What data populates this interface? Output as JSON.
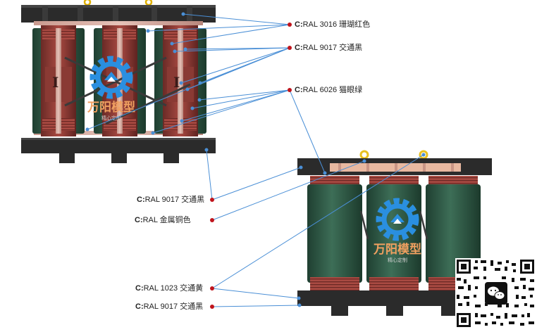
{
  "watermark": {
    "brand": "万阳模型",
    "tagline": "精心定制"
  },
  "callouts": [
    {
      "id": "ral3016",
      "prefix": "C:",
      "text": "RAL 3016 珊瑚红色"
    },
    {
      "id": "ral9017a",
      "prefix": "C:",
      "text": "RAL 9017 交通黑"
    },
    {
      "id": "ral6026",
      "prefix": "C:",
      "text": "RAL 6026 猫眼绿"
    },
    {
      "id": "ral9017b",
      "prefix": "C:",
      "text": "RAL 9017 交通黑"
    },
    {
      "id": "metal",
      "prefix": "C:",
      "text": "RAL 金属铜色"
    },
    {
      "id": "ral1023",
      "prefix": "C:",
      "text": "RAL 1023 交通黄"
    },
    {
      "id": "ral9017c",
      "prefix": "C:",
      "text": "RAL 9017 交通黑"
    }
  ],
  "colors": {
    "coral_red": "#b5524a",
    "traffic_black": "#2a2a2a",
    "opal_green": "#2f5a45",
    "traffic_yellow": "#f1c232",
    "copper": "#e8b8a0",
    "leader_line": "#4a8fd6",
    "marker_red": "#c0141c"
  }
}
